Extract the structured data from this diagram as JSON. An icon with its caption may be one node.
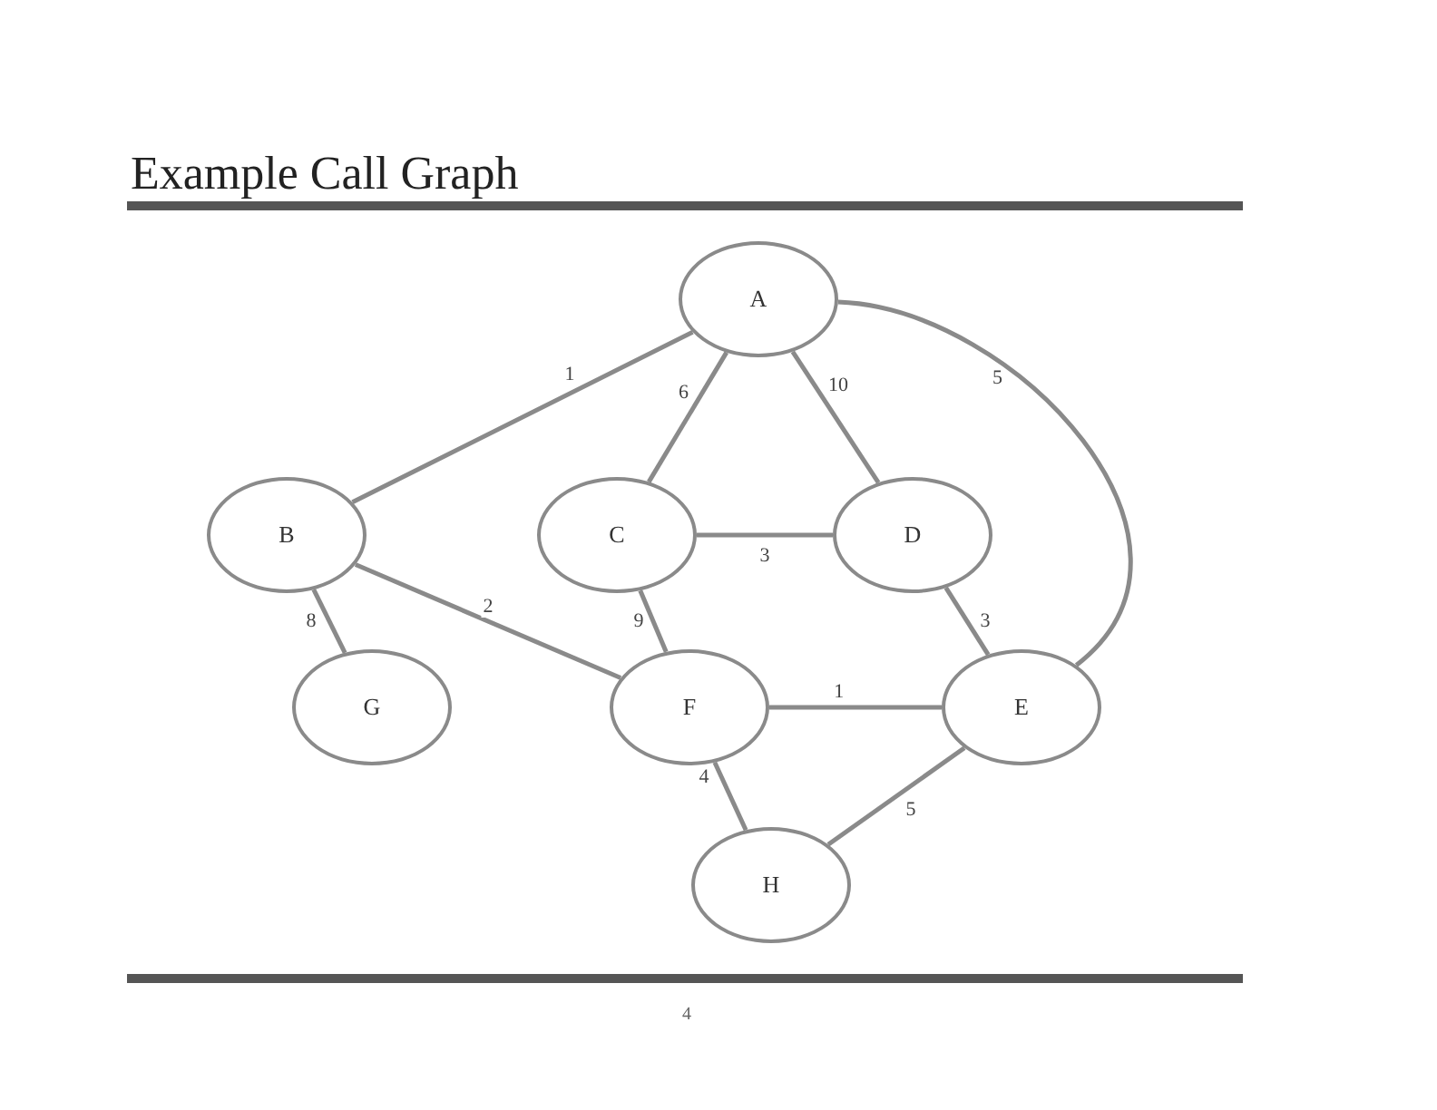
{
  "diagram": {
    "title": "Example Call Graph",
    "nodes": [
      {
        "text": [
          "A"
        ]
      },
      {
        "text": [
          "B"
        ]
      },
      {
        "text": [
          "C"
        ]
      },
      {
        "text": [
          "D"
        ]
      },
      {
        "text": [
          "G"
        ]
      },
      {
        "text": [
          "F"
        ]
      },
      {
        "text": [
          "E"
        ]
      },
      {
        "text": [
          "H"
        ]
      }
    ],
    "edges": [
      {
        "from": 0,
        "to": 1,
        "arrow": "none",
        "label": "1"
      },
      {
        "from": 0,
        "to": 2,
        "arrow": "none",
        "label": "6"
      },
      {
        "from": 0,
        "to": 3,
        "arrow": "none",
        "label": "10"
      },
      {
        "from": 0,
        "to": 6,
        "arrow": "none",
        "label": "5"
      },
      {
        "from": 2,
        "to": 3,
        "arrow": "none",
        "label": "3"
      },
      {
        "from": 1,
        "to": 4,
        "arrow": "none",
        "label": "8"
      },
      {
        "from": 1,
        "to": 5,
        "arrow": "none",
        "label": "2"
      },
      {
        "from": 2,
        "to": 5,
        "arrow": "none",
        "label": "9"
      },
      {
        "from": 3,
        "to": 6,
        "arrow": "none",
        "label": "3"
      },
      {
        "from": 5,
        "to": 6,
        "arrow": "none",
        "label": "1"
      },
      {
        "from": 5,
        "to": 7,
        "arrow": "none",
        "label": "4"
      },
      {
        "from": 6,
        "to": 7,
        "arrow": "none",
        "label": "5"
      }
    ],
    "labels": [
      "4"
    ]
  }
}
